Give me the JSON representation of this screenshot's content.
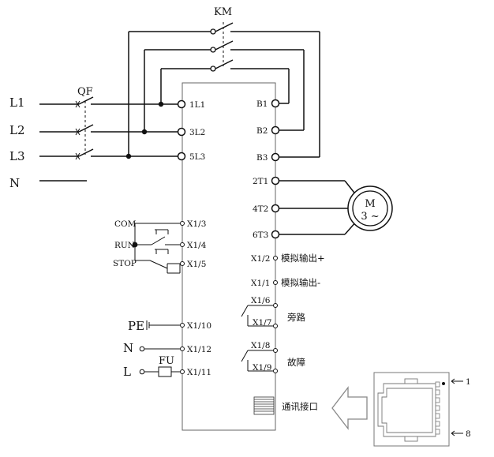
{
  "contactor_label": "KM",
  "breaker_label": "QF",
  "lines": [
    "L1",
    "L2",
    "L3",
    "N"
  ],
  "inputs": [
    "1L1",
    "3L2",
    "5L3"
  ],
  "bypass": [
    "B1",
    "B2",
    "B3"
  ],
  "outputs": [
    "2T1",
    "4T2",
    "6T3"
  ],
  "motor": {
    "letter": "M",
    "phase": "3 ~"
  },
  "controls": {
    "com": "COM",
    "run": "RUN",
    "stop": "STOP"
  },
  "ctrl_terminals": [
    "X1/3",
    "X1/4",
    "X1/5"
  ],
  "pe": {
    "label": "PE",
    "terminal": "X1/10"
  },
  "neutral": {
    "label": "N",
    "terminal": "X1/12"
  },
  "live": {
    "label": "L",
    "fuse": "FU",
    "terminal": "X1/11"
  },
  "analog": [
    {
      "terminal": "X1/2",
      "text": "模拟输出+"
    },
    {
      "terminal": "X1/1",
      "text": "模拟输出-"
    }
  ],
  "relays": [
    {
      "top": "X1/6",
      "bottom": "X1/7",
      "text": "旁路"
    },
    {
      "top": "X1/8",
      "bottom": "X1/9",
      "text": "故障"
    }
  ],
  "comm_label": "通讯接口",
  "rj45_pins": [
    "1",
    "8"
  ]
}
